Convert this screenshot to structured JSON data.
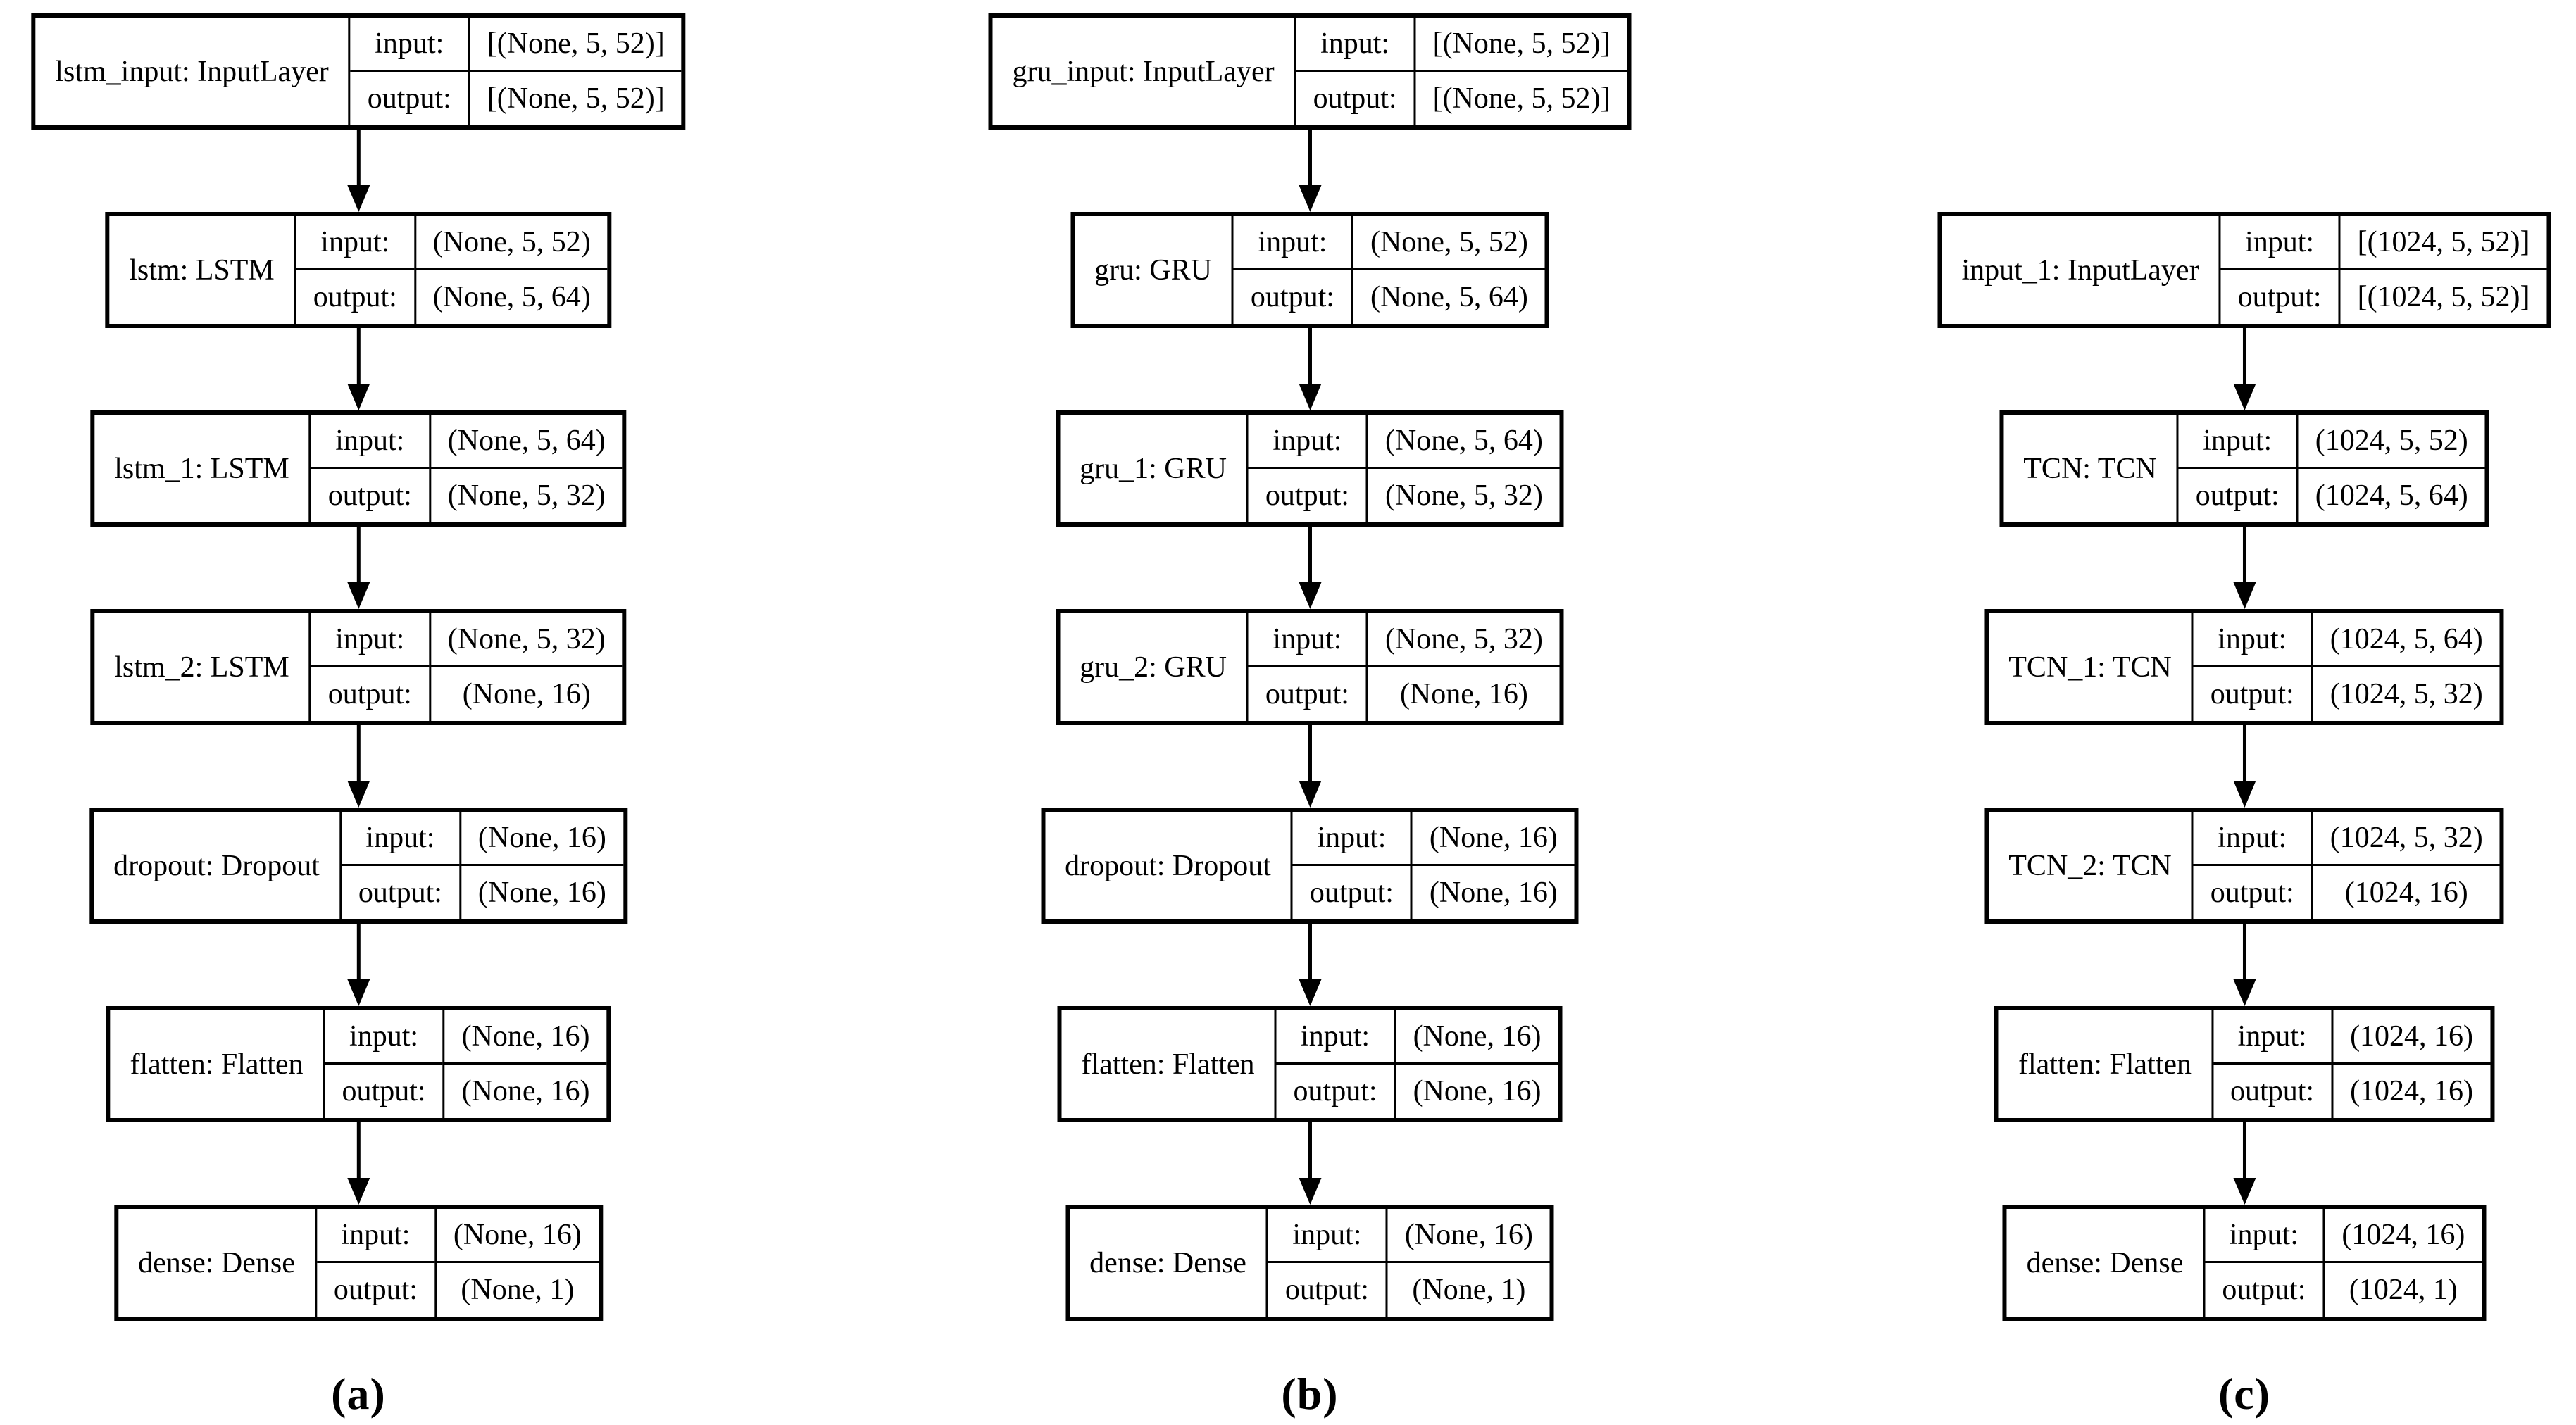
{
  "colors": {
    "line": "#000000",
    "background": "#ffffff"
  },
  "labels": {
    "input": "input:",
    "output": "output:"
  },
  "diagrams": [
    {
      "id": "a",
      "model": "LSTM",
      "caption": {
        "open": "(",
        "letter": "a",
        "close": ")"
      },
      "layers": [
        {
          "name": "lstm_input: InputLayer",
          "input": "[(None, 5, 52)]",
          "output": "[(None, 5, 52)]"
        },
        {
          "name": "lstm: LSTM",
          "input": "(None, 5, 52)",
          "output": "(None, 5, 64)"
        },
        {
          "name": "lstm_1: LSTM",
          "input": "(None, 5, 64)",
          "output": "(None, 5, 32)"
        },
        {
          "name": "lstm_2: LSTM",
          "input": "(None, 5, 32)",
          "output": "(None, 16)"
        },
        {
          "name": "dropout: Dropout",
          "input": "(None, 16)",
          "output": "(None, 16)"
        },
        {
          "name": "flatten: Flatten",
          "input": "(None, 16)",
          "output": "(None, 16)"
        },
        {
          "name": "dense: Dense",
          "input": "(None, 16)",
          "output": "(None, 1)"
        }
      ]
    },
    {
      "id": "b",
      "model": "GRU",
      "caption": {
        "open": "(",
        "letter": "b",
        "close": ")"
      },
      "layers": [
        {
          "name": "gru_input: InputLayer",
          "input": "[(None, 5, 52)]",
          "output": "[(None, 5, 52)]"
        },
        {
          "name": "gru: GRU",
          "input": "(None, 5, 52)",
          "output": "(None, 5, 64)"
        },
        {
          "name": "gru_1: GRU",
          "input": "(None, 5, 64)",
          "output": "(None, 5, 32)"
        },
        {
          "name": "gru_2: GRU",
          "input": "(None, 5, 32)",
          "output": "(None, 16)"
        },
        {
          "name": "dropout: Dropout",
          "input": "(None, 16)",
          "output": "(None, 16)"
        },
        {
          "name": "flatten: Flatten",
          "input": "(None, 16)",
          "output": "(None, 16)"
        },
        {
          "name": "dense: Dense",
          "input": "(None, 16)",
          "output": "(None, 1)"
        }
      ]
    },
    {
      "id": "c",
      "model": "TCN",
      "caption": {
        "open": "(",
        "letter": "c",
        "close": ")"
      },
      "layers": [
        {
          "name": "input_1: InputLayer",
          "input": "[(1024, 5, 52)]",
          "output": "[(1024, 5, 52)]"
        },
        {
          "name": "TCN: TCN",
          "input": "(1024, 5, 52)",
          "output": "(1024, 5, 64)"
        },
        {
          "name": "TCN_1: TCN",
          "input": "(1024, 5, 64)",
          "output": "(1024, 5, 32)"
        },
        {
          "name": "TCN_2: TCN",
          "input": "(1024, 5, 32)",
          "output": "(1024, 16)"
        },
        {
          "name": "flatten: Flatten",
          "input": "(1024, 16)",
          "output": "(1024, 16)"
        },
        {
          "name": "dense: Dense",
          "input": "(1024, 16)",
          "output": "(1024, 1)"
        }
      ]
    }
  ]
}
